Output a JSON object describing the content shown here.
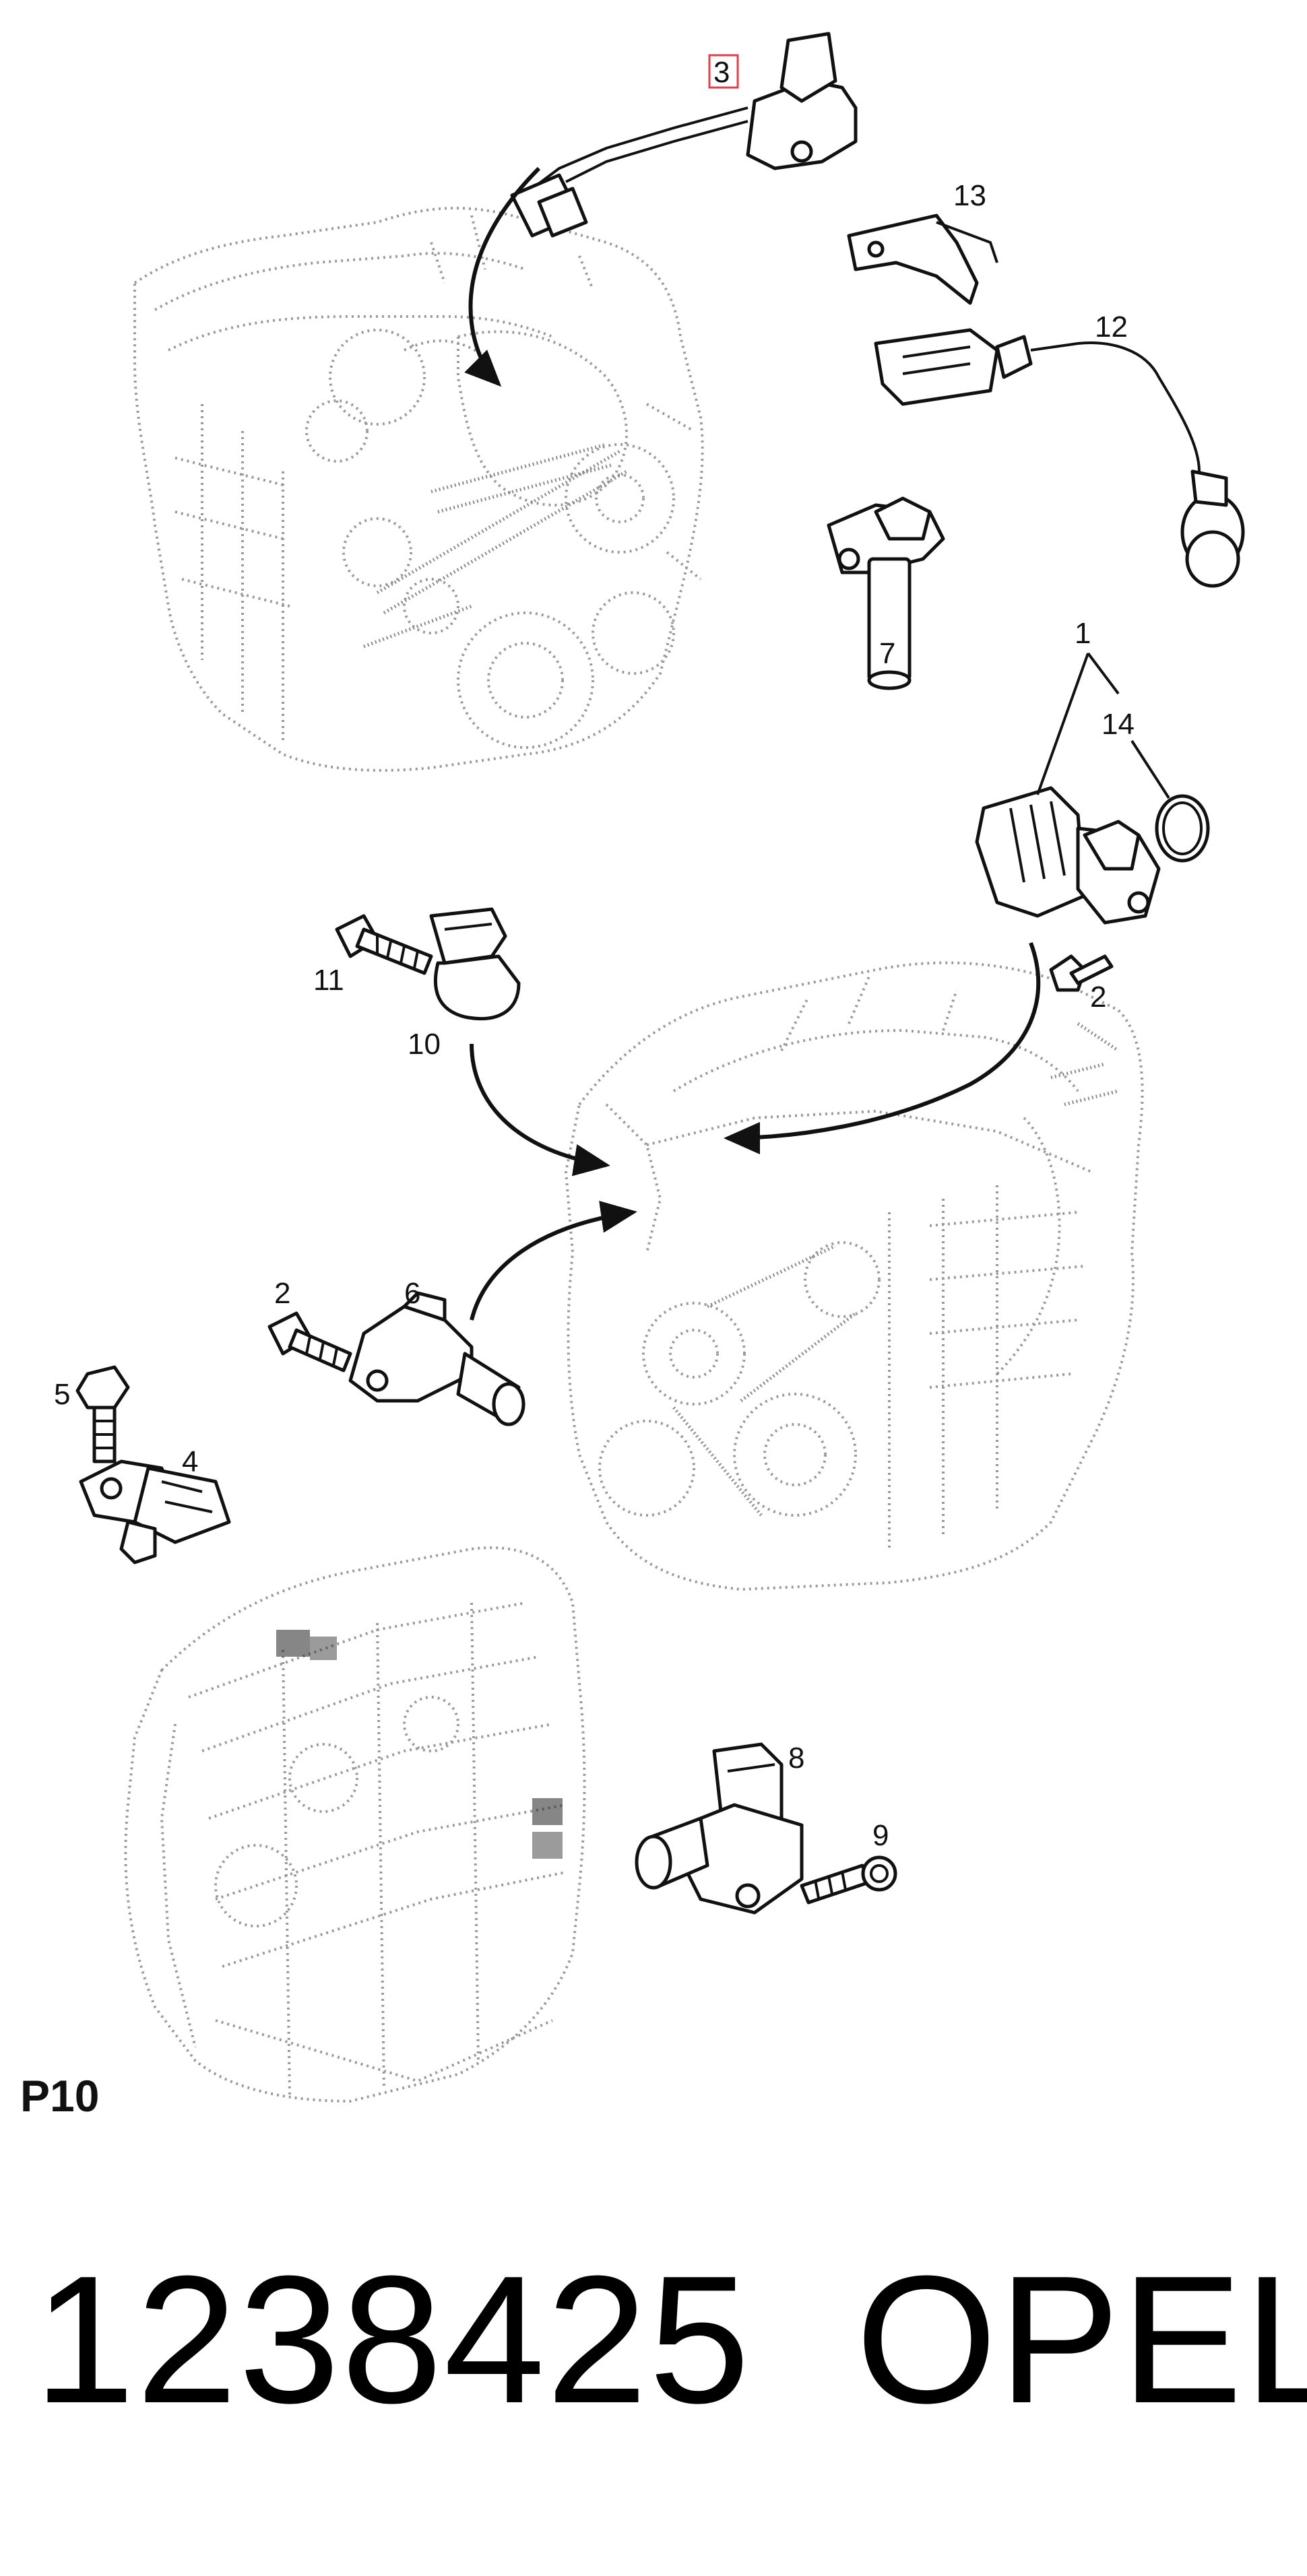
{
  "callouts": {
    "c1": "1",
    "c2a": "2",
    "c2b": "2",
    "c3": "3",
    "c4": "4",
    "c5": "5",
    "c6": "6",
    "c7": "7",
    "c8": "8",
    "c9": "9",
    "c10": "10",
    "c11": "11",
    "c12": "12",
    "c13": "13",
    "c14": "14"
  },
  "highlight_color": "#e0404a",
  "sheet_label": "P10",
  "part_number": "1238425",
  "brand": "OPEL"
}
